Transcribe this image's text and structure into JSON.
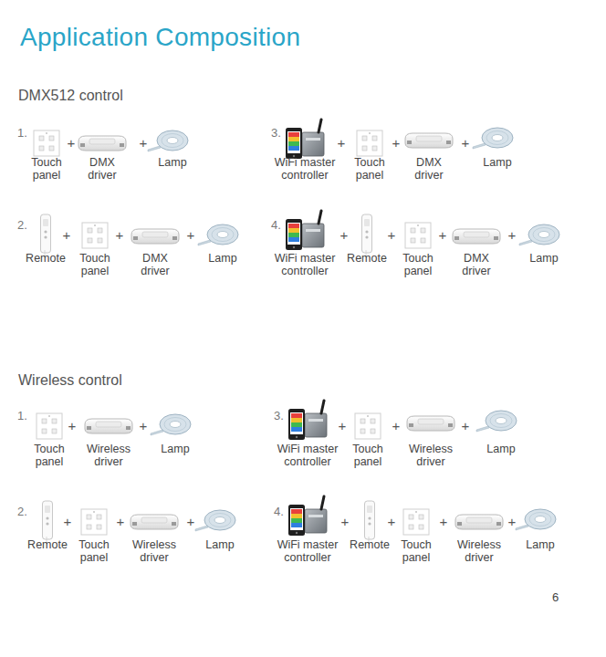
{
  "diagram": {
    "title": "Application Composition",
    "nodes": [
      {
        "text": [
          "Touch panel"
        ]
      },
      {
        "text": [
          "DMX driver"
        ]
      },
      {
        "text": [
          "Lamp"
        ]
      },
      {
        "text": [
          "WiFi master controller"
        ]
      },
      {
        "text": [
          "Touch panel"
        ]
      },
      {
        "text": [
          "DMX driver"
        ]
      },
      {
        "text": [
          "Lamp"
        ]
      },
      {
        "text": [
          "Remote"
        ]
      },
      {
        "text": [
          "Touch panel"
        ]
      },
      {
        "text": [
          "DMX driver"
        ]
      },
      {
        "text": [
          "Lamp"
        ]
      },
      {
        "text": [
          "WiFi master controller"
        ]
      },
      {
        "text": [
          "Remote"
        ]
      },
      {
        "text": [
          "Touch panel"
        ]
      },
      {
        "text": [
          "DMX driver"
        ]
      },
      {
        "text": [
          "Lamp"
        ]
      },
      {
        "text": [
          "Touch panel"
        ]
      },
      {
        "text": [
          "Wireless driver"
        ]
      },
      {
        "text": [
          "Lamp"
        ]
      },
      {
        "text": [
          "WiFi master controller"
        ]
      },
      {
        "text": [
          "Touch panel"
        ]
      },
      {
        "text": [
          "Wireless driver"
        ]
      },
      {
        "text": [
          "Lamp"
        ]
      },
      {
        "text": [
          "Remote"
        ]
      },
      {
        "text": [
          "Touch panel"
        ]
      },
      {
        "text": [
          "Wireless driver"
        ]
      },
      {
        "text": [
          "Lamp"
        ]
      },
      {
        "text": [
          "WiFi master controller"
        ]
      },
      {
        "text": [
          "Remote"
        ]
      },
      {
        "text": [
          "Touch panel"
        ]
      },
      {
        "text": [
          "Wireless driver"
        ]
      },
      {
        "text": [
          "Lamp"
        ]
      }
    ],
    "labels": [
      "DMX512 control",
      "1.",
      "+",
      "+",
      "3.",
      "+",
      "+",
      "+",
      "2.",
      "+",
      "+",
      "+",
      "4.",
      "+",
      "+",
      "+",
      "+",
      "Wireless control",
      "1.",
      "+",
      "+",
      "3.",
      "+",
      "+",
      "+",
      "2.",
      "+",
      "+",
      "+",
      "4.",
      "+",
      "+",
      "+",
      "+",
      "6"
    ]
  }
}
